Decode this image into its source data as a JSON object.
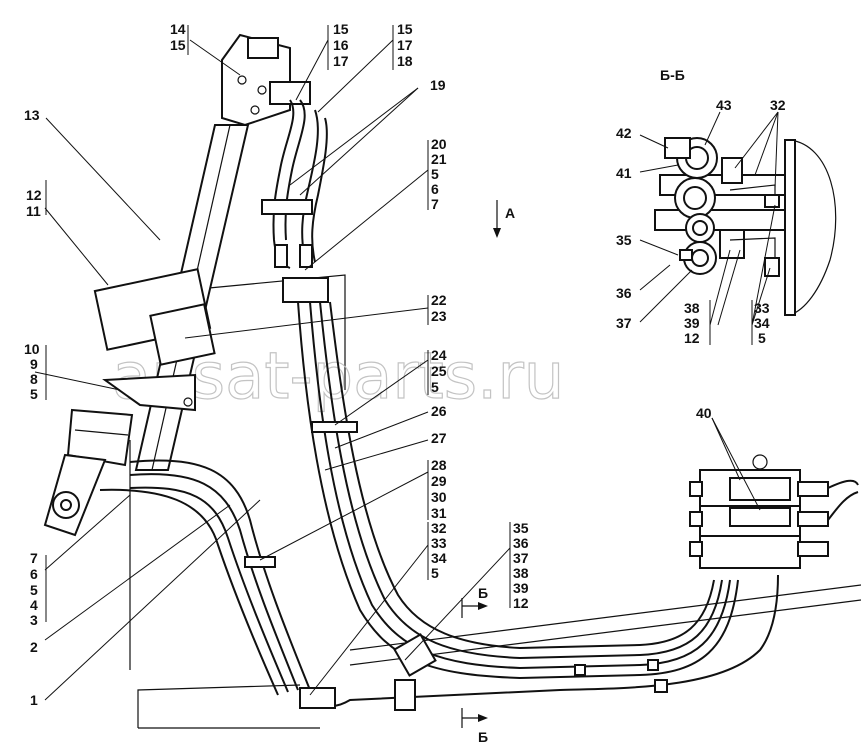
{
  "labels": {
    "l1": "1",
    "l2": "2",
    "l3": "3",
    "l4": "4",
    "l5a": "5",
    "l6": "6",
    "l7a": "7",
    "l5b": "5",
    "l8": "8",
    "l9": "9",
    "l10": "10",
    "l11": "11",
    "l12": "12",
    "l13": "13",
    "l14": "14",
    "l15a": "15",
    "l15b": "15",
    "l16": "16",
    "l17a": "17",
    "l15c": "15",
    "l17b": "17",
    "l18": "18",
    "l19": "19",
    "l20": "20",
    "l21": "21",
    "l5c": "5",
    "l6b": "6",
    "l7b": "7",
    "l22": "22",
    "l23": "23",
    "l24": "24",
    "l25": "25",
    "l5d": "5",
    "l26": "26",
    "l27": "27",
    "l28": "28",
    "l29": "29",
    "l30": "30",
    "l31": "31",
    "l32a": "32",
    "l33a": "33",
    "l34a": "34",
    "l5e": "5",
    "l35a": "35",
    "l36a": "36",
    "l37a": "37",
    "l38a": "38",
    "l39a": "39",
    "l12b": "12",
    "l40": "40",
    "viewA": "А",
    "sectionTop": "Б",
    "sectionBottom": "Б"
  },
  "detail": {
    "title": "Б-Б",
    "l43": "43",
    "l32": "32",
    "l42": "42",
    "l41": "41",
    "l35": "35",
    "l36": "36",
    "l37": "37",
    "l38": "38",
    "l39": "39",
    "l12": "12",
    "l33": "33",
    "l34": "34",
    "l5": "5"
  },
  "watermark": "ansat-parts.ru"
}
